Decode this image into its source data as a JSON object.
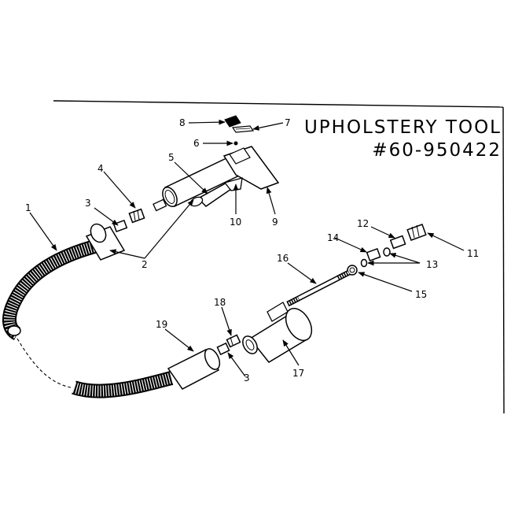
{
  "title": {
    "line1": "UPHOLSTERY TOOL",
    "line2": "#60-950422"
  },
  "callouts": [
    {
      "id": "1",
      "text": "1"
    },
    {
      "id": "2",
      "text": "2"
    },
    {
      "id": "3a",
      "text": "3"
    },
    {
      "id": "3b",
      "text": "3"
    },
    {
      "id": "4",
      "text": "4"
    },
    {
      "id": "5",
      "text": "5"
    },
    {
      "id": "6",
      "text": "6"
    },
    {
      "id": "7",
      "text": "7"
    },
    {
      "id": "8",
      "text": "8"
    },
    {
      "id": "9",
      "text": "9"
    },
    {
      "id": "10",
      "text": "10"
    },
    {
      "id": "11",
      "text": "11"
    },
    {
      "id": "12",
      "text": "12"
    },
    {
      "id": "13",
      "text": "13"
    },
    {
      "id": "14",
      "text": "14"
    },
    {
      "id": "15",
      "text": "15"
    },
    {
      "id": "16",
      "text": "16"
    },
    {
      "id": "17",
      "text": "17"
    },
    {
      "id": "18",
      "text": "18"
    },
    {
      "id": "19",
      "text": "19"
    }
  ]
}
